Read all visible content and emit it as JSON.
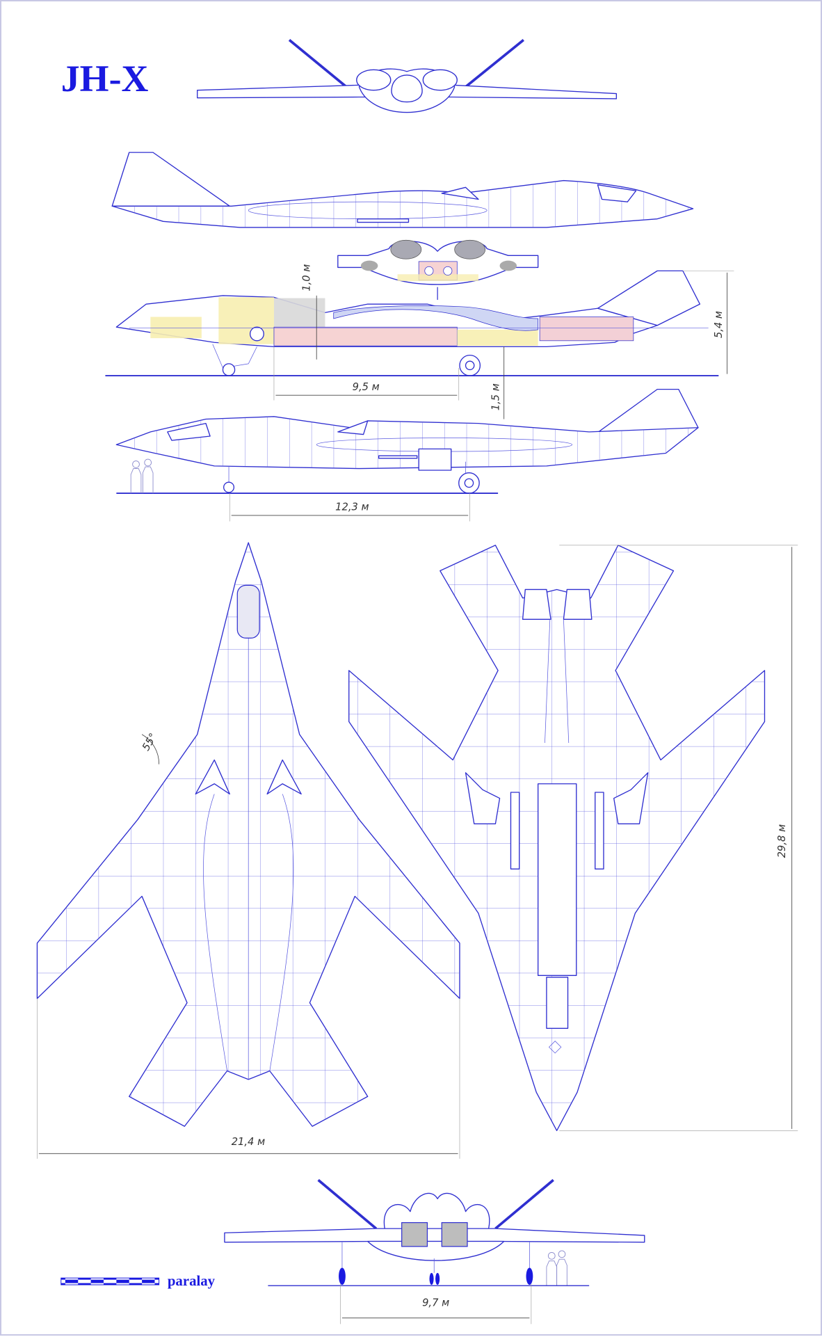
{
  "title": "JH-X",
  "dimensions": {
    "fuselage_depth": "1,0 м",
    "height": "5,4 м",
    "wheelbase_cutaway": "9,5 м",
    "ground_clearance": "1,5 м",
    "wheelbase": "12,3 м",
    "sweep_angle": "55°",
    "wingspan": "21,4 м",
    "length": "29,8 м",
    "track": "9,7 м"
  },
  "credit": "paralay",
  "colors": {
    "line": "#2f2fd0",
    "title": "#1a1ae0",
    "yellow": "#f7eeb0",
    "pink": "#f6d3d3",
    "grey": "#bdbdbd"
  }
}
